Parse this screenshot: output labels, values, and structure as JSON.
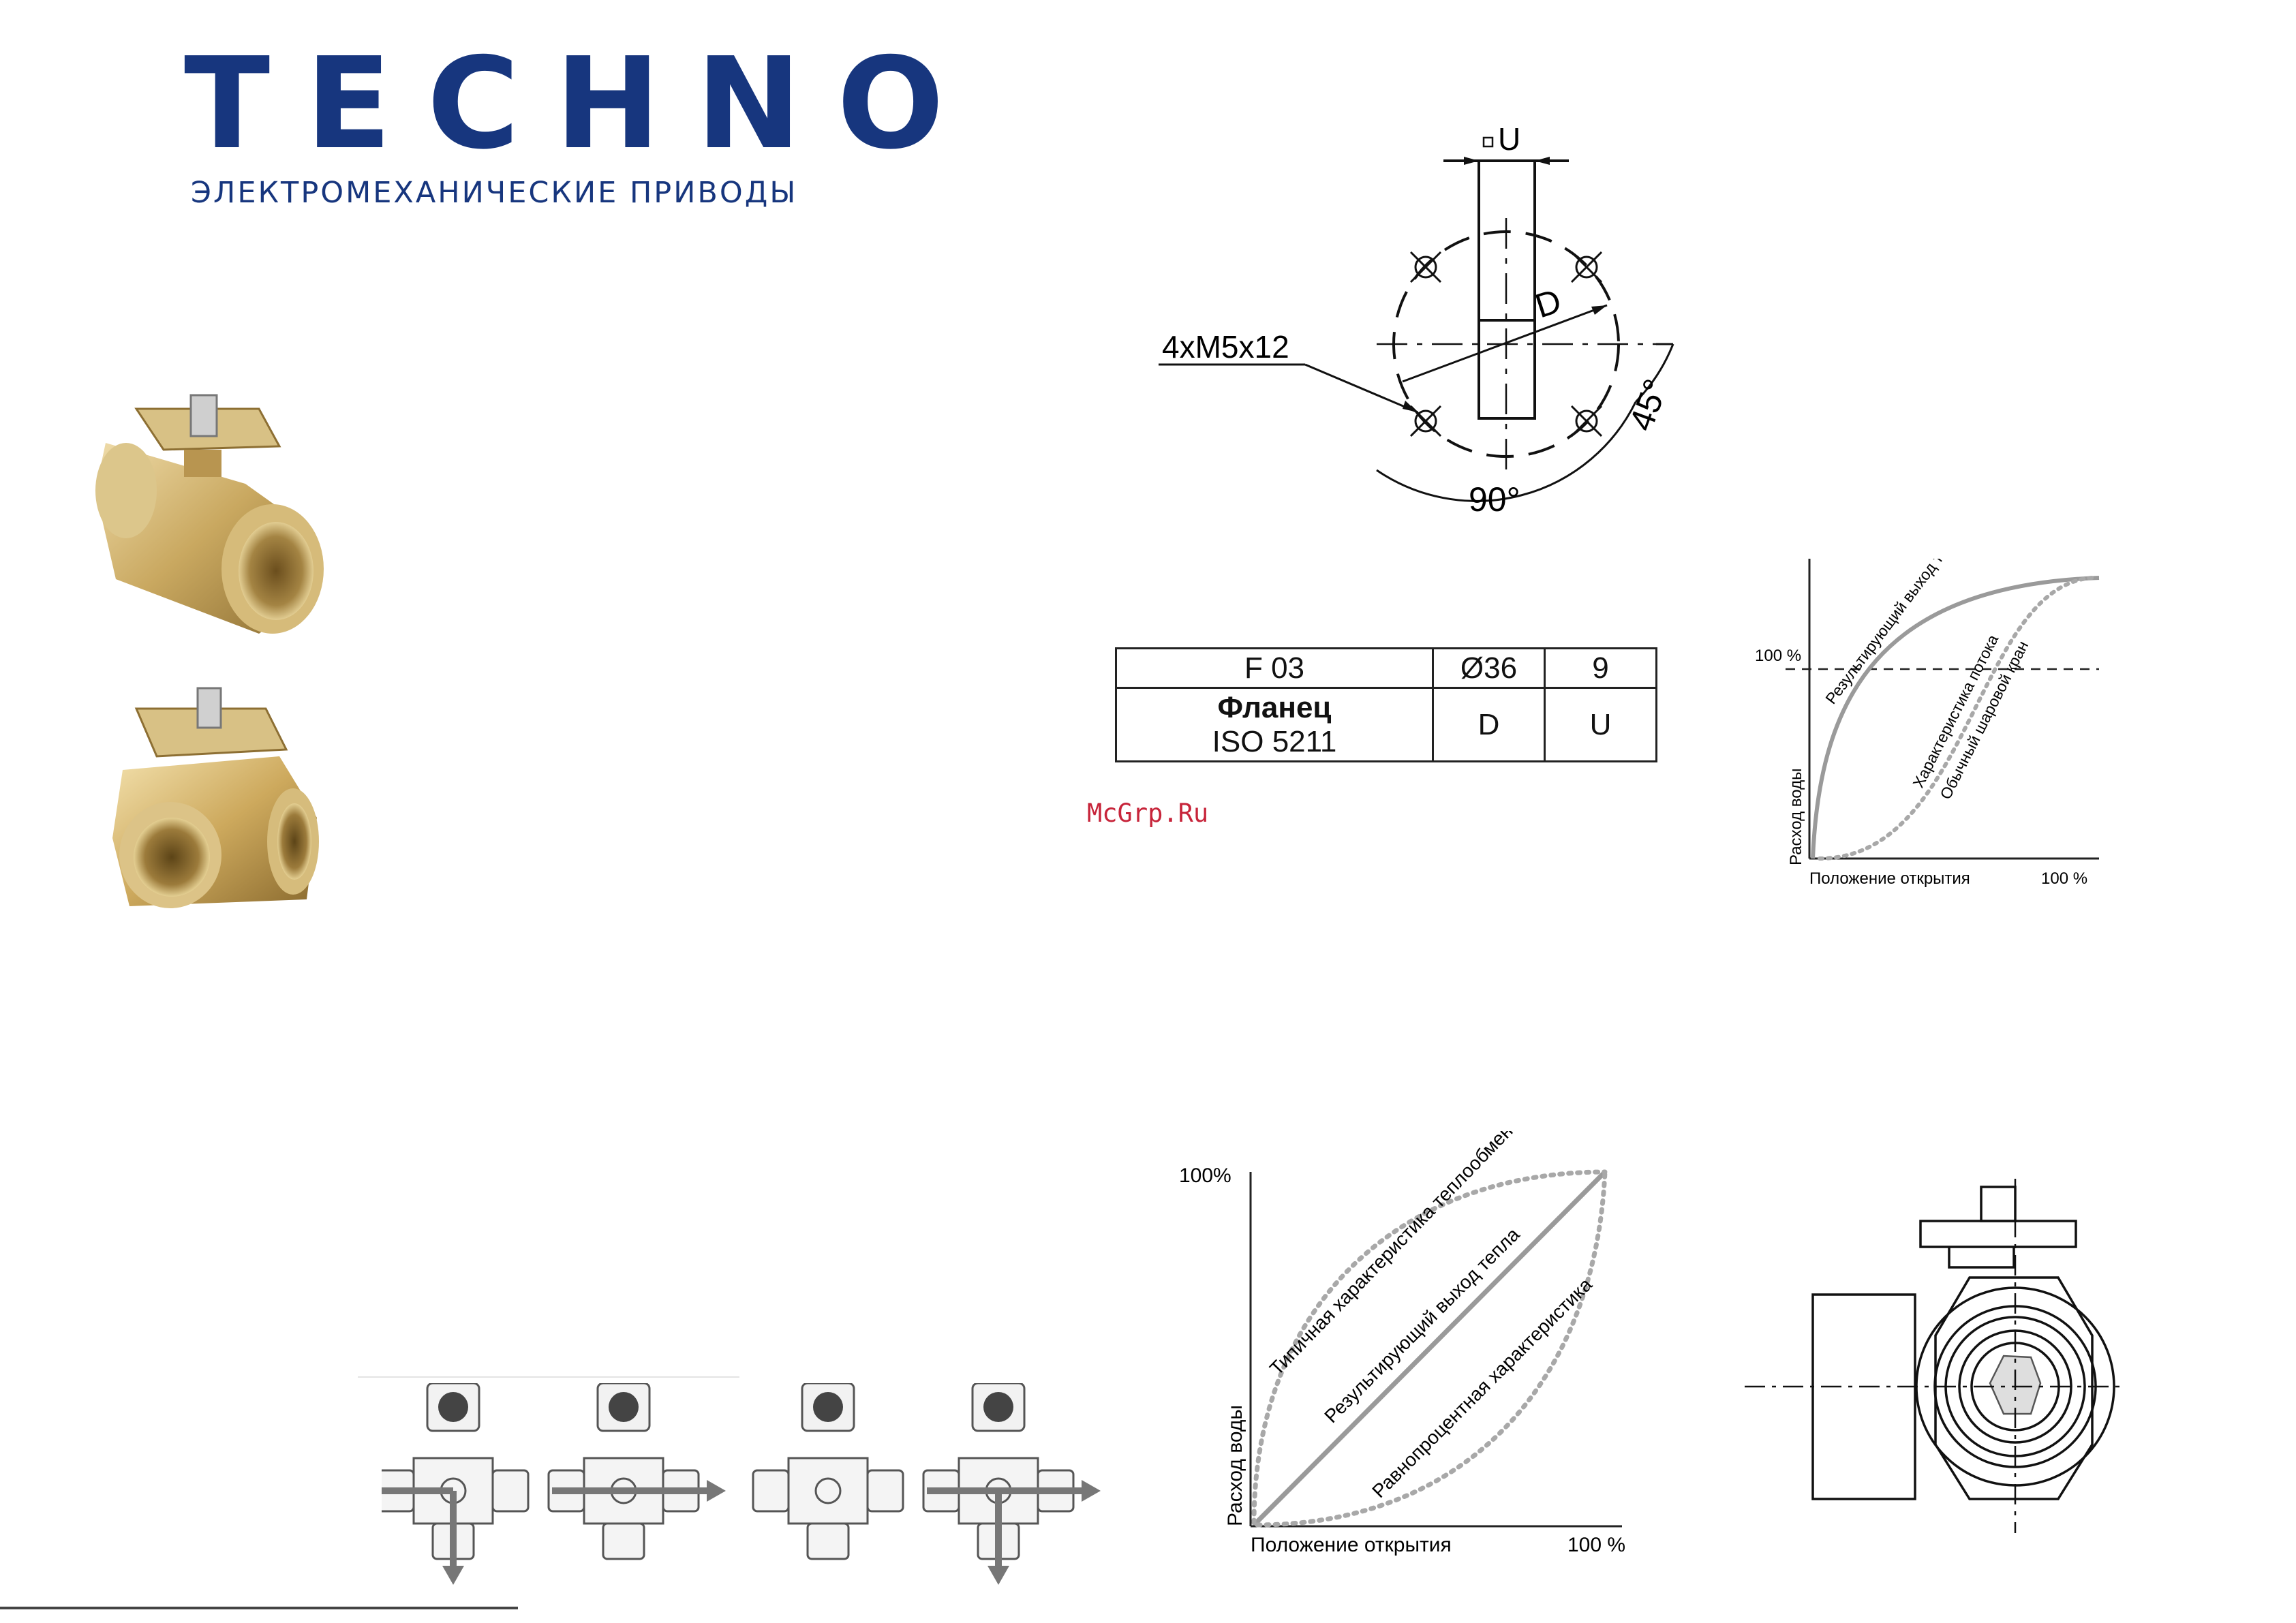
{
  "brand": {
    "logo_text": "TECHNO",
    "tagline": "ЭЛЕКТРОМЕХАНИЧЕСКИЕ ПРИВОДЫ"
  },
  "watermark": "McGrp.Ru",
  "mounting_drawing": {
    "bolt_label": "4xM5x12",
    "stem_size_label": "U",
    "diameter_label": "D",
    "angle_large": "90°",
    "angle_small": "45°"
  },
  "flange_table": {
    "header": [
      "F 03",
      "Ø36",
      "9"
    ],
    "row_label_line1": "Фланец",
    "row_label_line2": "ISO 5211",
    "row_values": [
      "D",
      "U"
    ]
  },
  "chart_small": {
    "y_tick": "100 %",
    "x_end_label": "100 %",
    "x_axis_label": "Положение открытия",
    "y_axis_label": "Расход воды",
    "curve_labels": [
      "Результирующий выход тепла",
      "Характеристика потока",
      "Обычный шаровой кран"
    ]
  },
  "chart_large": {
    "y_tick": "100%",
    "x_end_label": "100 %",
    "x_axis_label": "Положение открытия",
    "y_axis_label": "Расход воды",
    "curve_labels": [
      "Типичная характеристика теплообменника",
      "Результирующий выход тепла",
      "Равнопроцентная характеристика"
    ]
  },
  "colors": {
    "brand_blue": "#17367e",
    "watermark_red": "#c7243a",
    "curve_gray": "#9a9a9a",
    "brass": "#c9a860"
  }
}
